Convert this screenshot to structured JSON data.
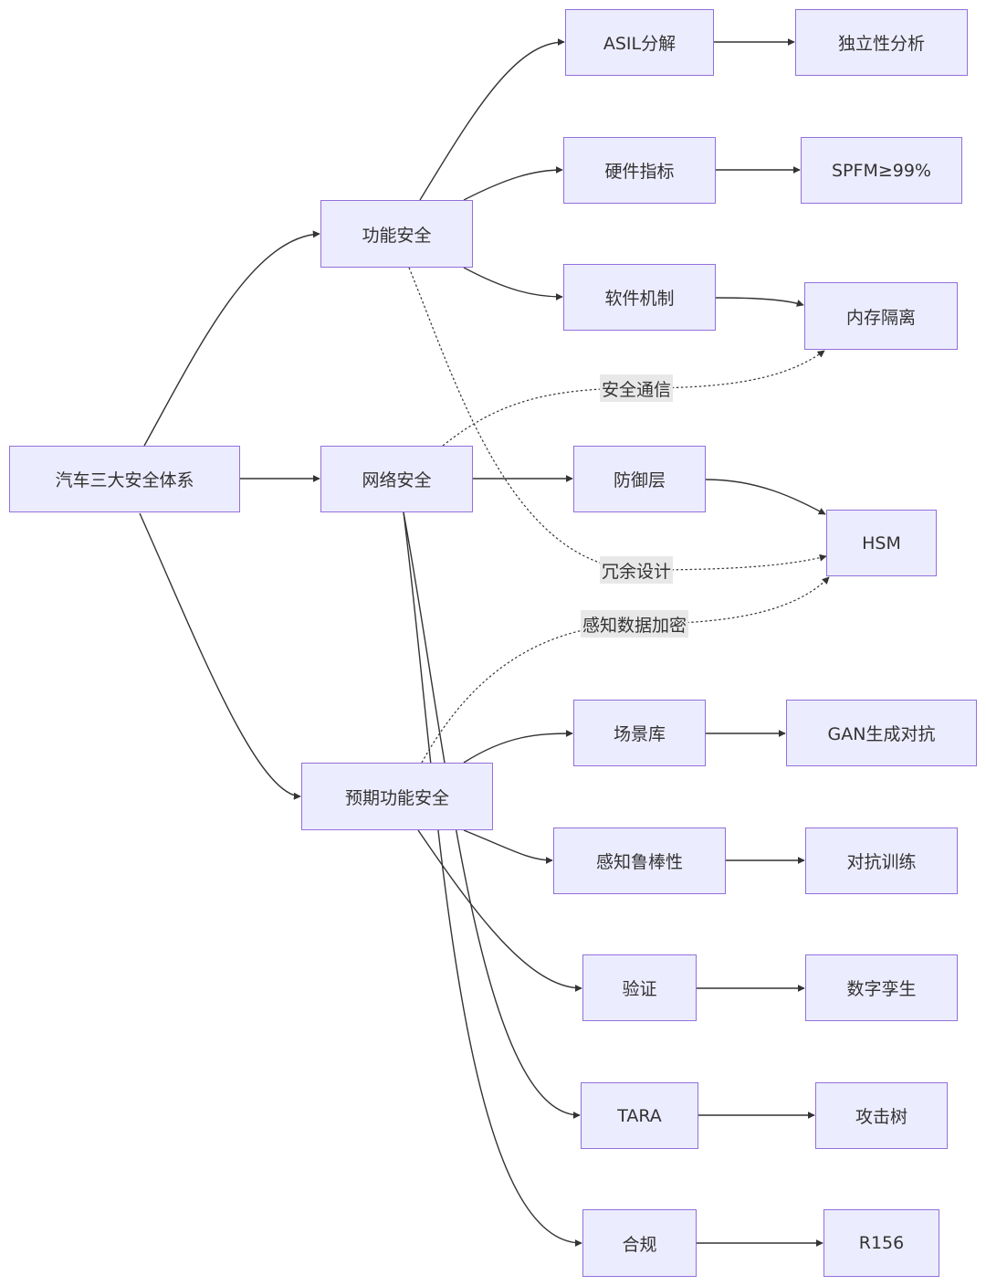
{
  "diagram": {
    "type": "flowchart",
    "direction": "left-to-right",
    "colors": {
      "node_fill": "#ececff",
      "node_border": "#9370db",
      "edge": "#333333",
      "label_bg": "#e8e8e8",
      "text": "#333333"
    },
    "nodes": {
      "root": "汽车三大安全体系",
      "fs": "功能安全",
      "cs": "网络安全",
      "sotif": "预期功能安全",
      "asil": "ASIL分解",
      "hw": "硬件指标",
      "sw": "软件机制",
      "def": "防御层",
      "scene": "场景库",
      "perc": "感知鲁棒性",
      "verif": "验证",
      "tara": "TARA",
      "comp": "合规",
      "indep": "独立性分析",
      "spfm": "SPFM≥99%",
      "mem": "内存隔离",
      "hsm": "HSM",
      "gan": "GAN生成对抗",
      "adv": "对抗训练",
      "twin": "数字孪生",
      "tree": "攻击树",
      "r156": "R156"
    },
    "edge_labels": {
      "secure_comm": "安全通信",
      "redundancy": "冗余设计",
      "perception_encrypt": "感知数据加密"
    },
    "edges": [
      {
        "from": "root",
        "to": "fs"
      },
      {
        "from": "root",
        "to": "cs"
      },
      {
        "from": "root",
        "to": "sotif"
      },
      {
        "from": "fs",
        "to": "asil"
      },
      {
        "from": "fs",
        "to": "hw"
      },
      {
        "from": "fs",
        "to": "sw"
      },
      {
        "from": "cs",
        "to": "def"
      },
      {
        "from": "cs",
        "to": "tara"
      },
      {
        "from": "cs",
        "to": "comp"
      },
      {
        "from": "sotif",
        "to": "scene"
      },
      {
        "from": "sotif",
        "to": "perc"
      },
      {
        "from": "sotif",
        "to": "verif"
      },
      {
        "from": "asil",
        "to": "indep"
      },
      {
        "from": "hw",
        "to": "spfm"
      },
      {
        "from": "sw",
        "to": "mem"
      },
      {
        "from": "def",
        "to": "hsm"
      },
      {
        "from": "scene",
        "to": "gan"
      },
      {
        "from": "perc",
        "to": "adv"
      },
      {
        "from": "verif",
        "to": "twin"
      },
      {
        "from": "tara",
        "to": "tree"
      },
      {
        "from": "comp",
        "to": "r156"
      },
      {
        "from": "cs",
        "to": "mem",
        "style": "dotted",
        "label": "secure_comm"
      },
      {
        "from": "fs",
        "to": "hsm",
        "style": "dotted",
        "label": "redundancy"
      },
      {
        "from": "sotif",
        "to": "hsm",
        "style": "dotted",
        "label": "perception_encrypt"
      }
    ]
  }
}
